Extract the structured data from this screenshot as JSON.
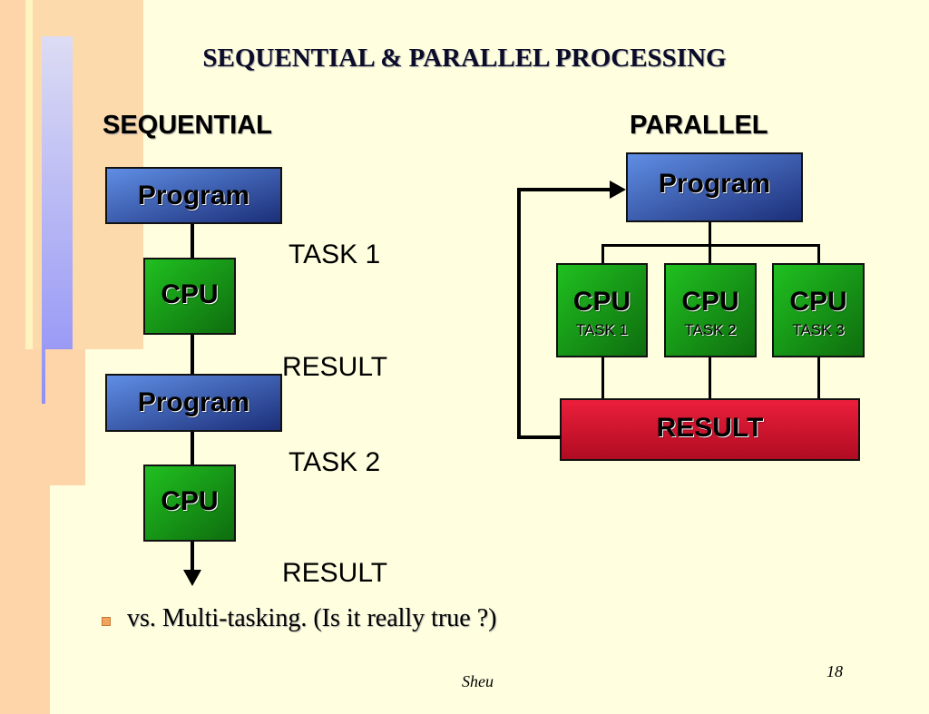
{
  "slide": {
    "title": "SEQUENTIAL & PARALLEL PROCESSING",
    "footer_author": "Sheu",
    "page_number": "18"
  },
  "sequential": {
    "heading": "SEQUENTIAL",
    "program_label": "Program",
    "cpu_label": "CPU",
    "task1_label": "TASK 1",
    "result1_label": "RESULT",
    "task2_label": "TASK 2",
    "result2_label": "RESULT"
  },
  "parallel": {
    "heading": "PARALLEL",
    "program_label": "Program",
    "cpus": [
      {
        "label": "CPU",
        "task": "TASK 1"
      },
      {
        "label": "CPU",
        "task": "TASK 2"
      },
      {
        "label": "CPU",
        "task": "TASK 3"
      }
    ],
    "result_label": "RESULT"
  },
  "bullet": {
    "text": "vs. Multi-tasking. (Is it really true ?)"
  },
  "colors": {
    "background": "#ffffe0",
    "program_box": "#3a5cc0",
    "cpu_box": "#169a16",
    "result_box": "#d9162f"
  }
}
